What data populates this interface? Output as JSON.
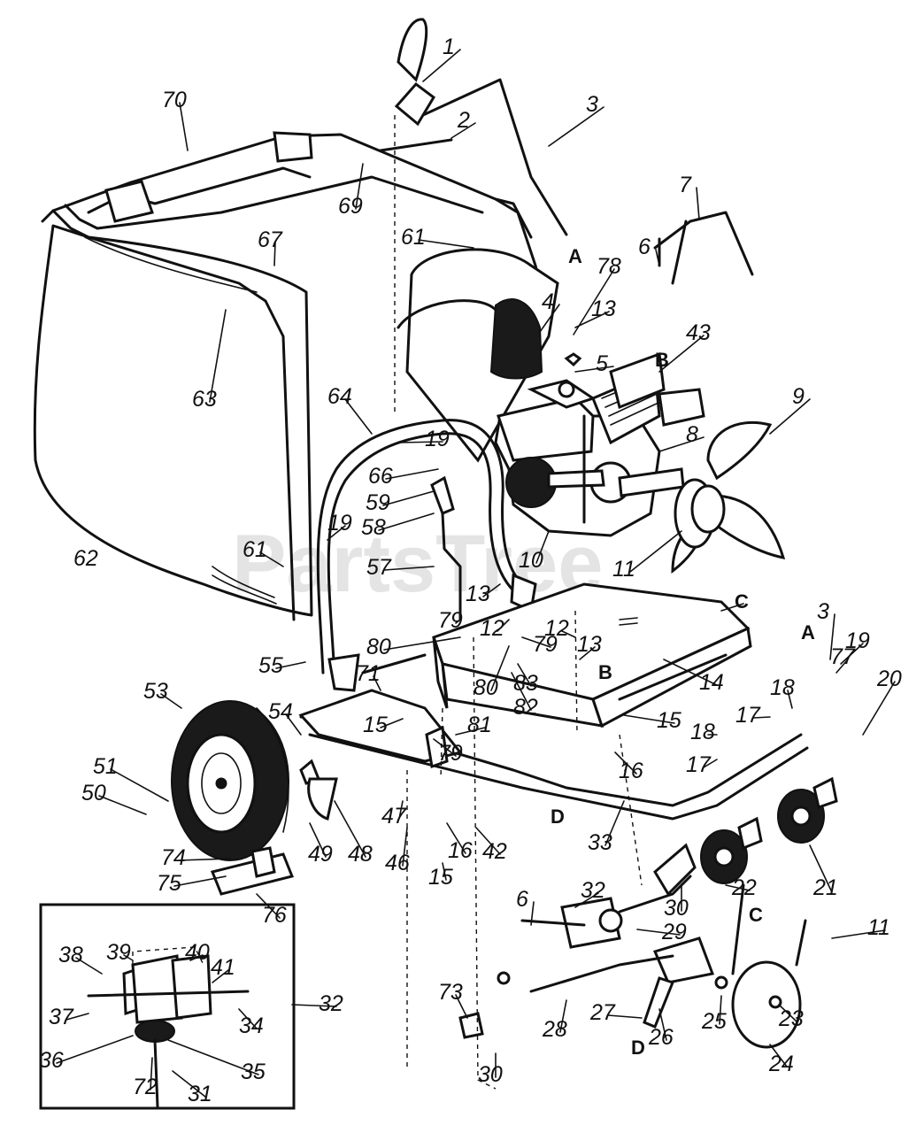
{
  "watermark": "PartsTree",
  "inset_label": "32",
  "callouts": [
    {
      "text": "1"
    },
    {
      "text": "70"
    },
    {
      "text": "2"
    },
    {
      "text": "3"
    },
    {
      "text": "7"
    },
    {
      "text": "69"
    },
    {
      "text": "61"
    },
    {
      "text": "A"
    },
    {
      "text": "6"
    },
    {
      "text": "67"
    },
    {
      "text": "4"
    },
    {
      "text": "13"
    },
    {
      "text": "78"
    },
    {
      "text": "B"
    },
    {
      "text": "63"
    },
    {
      "text": "5"
    },
    {
      "text": "43"
    },
    {
      "text": "9"
    },
    {
      "text": "64"
    },
    {
      "text": "19"
    },
    {
      "text": "8"
    },
    {
      "text": "66"
    },
    {
      "text": "59"
    },
    {
      "text": "58"
    },
    {
      "text": "62"
    },
    {
      "text": "61"
    },
    {
      "text": "19"
    },
    {
      "text": "10"
    },
    {
      "text": "11"
    },
    {
      "text": "57"
    },
    {
      "text": "13"
    },
    {
      "text": "79"
    },
    {
      "text": "12"
    },
    {
      "text": "C"
    },
    {
      "text": "80"
    },
    {
      "text": "12"
    },
    {
      "text": "79"
    },
    {
      "text": "13"
    },
    {
      "text": "A"
    },
    {
      "text": "3"
    },
    {
      "text": "19"
    },
    {
      "text": "77"
    },
    {
      "text": "20"
    },
    {
      "text": "55"
    },
    {
      "text": "71"
    },
    {
      "text": "80"
    },
    {
      "text": "83"
    },
    {
      "text": "B"
    },
    {
      "text": "82"
    },
    {
      "text": "14"
    },
    {
      "text": "53"
    },
    {
      "text": "54"
    },
    {
      "text": "15"
    },
    {
      "text": "81"
    },
    {
      "text": "15"
    },
    {
      "text": "18"
    },
    {
      "text": "17"
    },
    {
      "text": "18"
    },
    {
      "text": "79"
    },
    {
      "text": "51"
    },
    {
      "text": "16"
    },
    {
      "text": "17"
    },
    {
      "text": "50"
    },
    {
      "text": "47"
    },
    {
      "text": "D"
    },
    {
      "text": "42"
    },
    {
      "text": "33"
    },
    {
      "text": "49"
    },
    {
      "text": "48"
    },
    {
      "text": "46"
    },
    {
      "text": "16"
    },
    {
      "text": "15"
    },
    {
      "text": "21"
    },
    {
      "text": "74"
    },
    {
      "text": "75"
    },
    {
      "text": "76"
    },
    {
      "text": "22"
    },
    {
      "text": "6"
    },
    {
      "text": "32"
    },
    {
      "text": "30"
    },
    {
      "text": "C"
    },
    {
      "text": "11"
    },
    {
      "text": "29"
    },
    {
      "text": "38"
    },
    {
      "text": "39"
    },
    {
      "text": "40"
    },
    {
      "text": "41"
    },
    {
      "text": "32"
    },
    {
      "text": "37"
    },
    {
      "text": "34"
    },
    {
      "text": "73"
    },
    {
      "text": "23"
    },
    {
      "text": "27"
    },
    {
      "text": "28"
    },
    {
      "text": "26"
    },
    {
      "text": "25"
    },
    {
      "text": "36"
    },
    {
      "text": "35"
    },
    {
      "text": "D"
    },
    {
      "text": "72"
    },
    {
      "text": "31"
    },
    {
      "text": "30"
    },
    {
      "text": "24"
    }
  ]
}
